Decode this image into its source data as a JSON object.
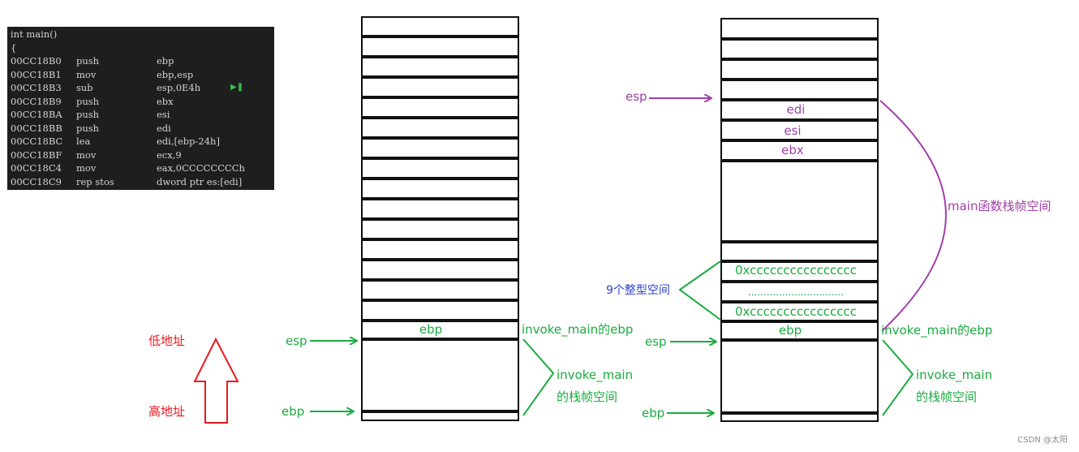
{
  "code": {
    "header": "int main()",
    "brace": "{",
    "lines": [
      {
        "addr": "00CC18B0",
        "op": "push",
        "arg": "ebp"
      },
      {
        "addr": "00CC18B1",
        "op": "mov",
        "arg": "ebp,esp"
      },
      {
        "addr": "00CC18B3",
        "op": "sub",
        "arg": "esp,0E4h"
      },
      {
        "addr": "00CC18B9",
        "op": "push",
        "arg": "ebx"
      },
      {
        "addr": "00CC18BA",
        "op": "push",
        "arg": "esi"
      },
      {
        "addr": "00CC18BB",
        "op": "push",
        "arg": "edi"
      },
      {
        "addr": "00CC18BC",
        "op": "lea",
        "arg": "edi,[ebp-24h]"
      },
      {
        "addr": "00CC18BF",
        "op": "mov",
        "arg": "ecx,9"
      },
      {
        "addr": "00CC18C4",
        "op": "mov",
        "arg": "eax,0CCCCCCCCh"
      },
      {
        "addr": "00CC18C9",
        "op": "rep stos",
        "arg": "dword ptr es:[edi]"
      }
    ]
  },
  "address": {
    "low": "低地址",
    "high": "高地址"
  },
  "left_stack": {
    "esp": "esp",
    "ebp": "ebp",
    "ebp_cell": "ebp",
    "ebp_note": "invoke_main的ebp",
    "frame_line1": "invoke_main",
    "frame_line2": "的栈帧空间"
  },
  "right_stack": {
    "top_esp": "esp",
    "edi": "edi",
    "esi": "esi",
    "ebx": "ebx",
    "main_frame": "main函数栈帧空间",
    "cc_top": "0xcccccccccccccccc",
    "dots": "...............................",
    "cc_bottom": "0xcccccccccccccccc",
    "nine_ints": "9个整型空间",
    "esp": "esp",
    "ebp": "ebp",
    "ebp_cell": "ebp",
    "ebp_note": "invoke_main的ebp",
    "frame_line1": "invoke_main",
    "frame_line2": "的栈帧空间"
  },
  "colors": {
    "green": "#1aab40",
    "purple": "#a03fa8",
    "red": "#e8191e",
    "blue": "#2f3fd0"
  },
  "watermark": "CSDN @太阳"
}
